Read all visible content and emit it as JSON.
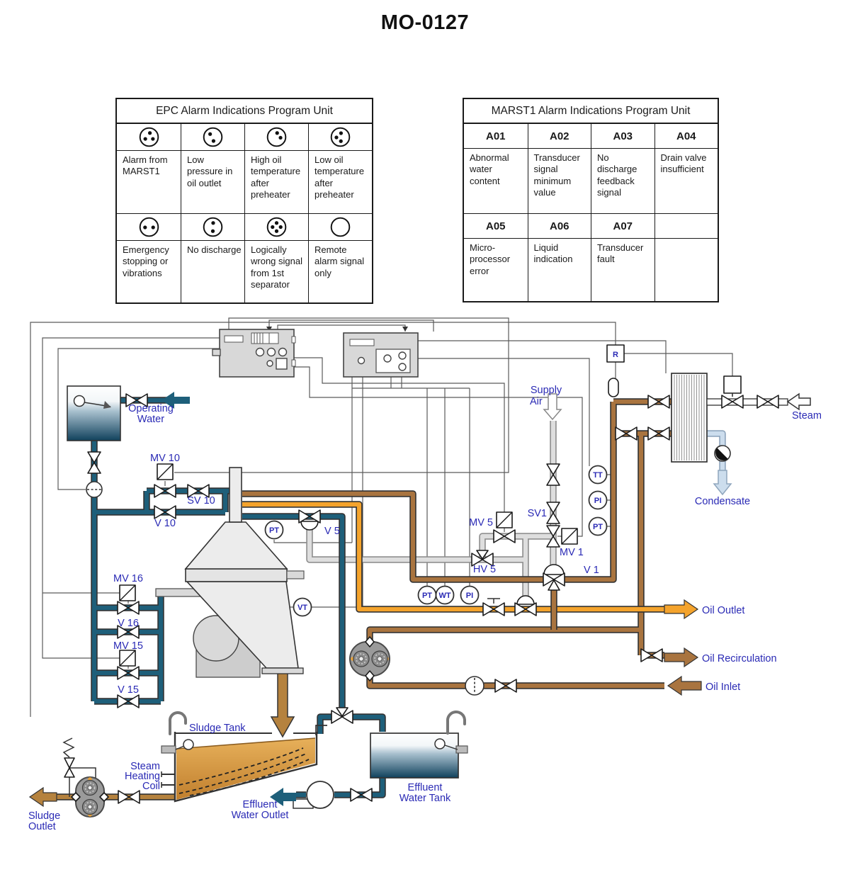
{
  "title": "MO-0127",
  "epc_table": {
    "title": "EPC Alarm Indications Program Unit",
    "row1": [
      {
        "dots": [
          [
            0.12,
            -0.62
          ],
          [
            -0.58,
            0.28
          ],
          [
            0.58,
            0.28
          ]
        ],
        "text": "Alarm from MARST1"
      },
      {
        "dots": [
          [
            -0.42,
            -0.46
          ],
          [
            0.1,
            0.6
          ]
        ],
        "text": "Low pressure in oil outlet"
      },
      {
        "dots": [
          [
            0.08,
            -0.62
          ],
          [
            0.6,
            0.1
          ]
        ],
        "text": "High oil temperature after preheater"
      },
      {
        "dots": [
          [
            0.1,
            -0.6
          ],
          [
            -0.6,
            0.05
          ],
          [
            0.08,
            0.62
          ]
        ],
        "text": "Low oil temperature after preheater"
      }
    ],
    "row2": [
      {
        "dots": [
          [
            -0.62,
            0.05
          ],
          [
            0.62,
            0.05
          ]
        ],
        "text": "Emergency stopping or vibrations"
      },
      {
        "dots": [
          [
            0.05,
            -0.62
          ],
          [
            0,
            0.62
          ]
        ],
        "text": "No discharge"
      },
      {
        "dots": [
          [
            0,
            -0.62
          ],
          [
            -0.62,
            0
          ],
          [
            0.62,
            0
          ],
          [
            0,
            0.62
          ]
        ],
        "text": "Logically wrong signal from 1st separator"
      },
      {
        "dots": [],
        "text": "Remote alarm signal only"
      }
    ]
  },
  "marst_table": {
    "title": "MARST1 Alarm Indications Program Unit",
    "row1": [
      {
        "code": "A01",
        "text": "Abnormal water content"
      },
      {
        "code": "A02",
        "text": "Transducer signal minimum value"
      },
      {
        "code": "A03",
        "text": "No discharge feedback signal"
      },
      {
        "code": "A04",
        "text": "Drain valve insufficient"
      }
    ],
    "row2": [
      {
        "code": "A05",
        "text": "Micro- processor error"
      },
      {
        "code": "A06",
        "text": "Liquid indication"
      },
      {
        "code": "A07",
        "text": "Transducer fault"
      },
      {
        "code": "",
        "text": ""
      }
    ]
  },
  "labels": {
    "operating_water": {
      "l1": "Operating",
      "l2": "Water"
    },
    "mv10": "MV 10",
    "sv10": "SV 10",
    "v10": "V 10",
    "mv16": "MV 16",
    "v16": "V 16",
    "mv15": "MV 15",
    "v15": "V 15",
    "v5": "V 5",
    "supply_air": {
      "l1": "Supply",
      "l2": "Air"
    },
    "sv1": "SV1",
    "mv5": "MV 5",
    "hv5": "HV 5",
    "mv1": "MV 1",
    "v1": "V 1",
    "steam": "Steam",
    "condensate": "Condensate",
    "oil_outlet": "Oil Outlet",
    "oil_recirculation": "Oil Recirculation",
    "oil_inlet": "Oil Inlet",
    "sludge_tank": "Sludge Tank",
    "steam_heating_coil": {
      "l1": "Steam",
      "l2": "Heating",
      "l3": "Coil"
    },
    "effluent_water_tank": {
      "l1": "Effluent",
      "l2": "Water Tank"
    },
    "effluent_water_outlet": {
      "l1": "Effluent",
      "l2": "Water Outlet"
    },
    "sludge_outlet": {
      "l1": "Sludge",
      "l2": "Outlet"
    }
  },
  "instruments": {
    "r": "R",
    "tt": "TT",
    "pi_heater": "PI",
    "pt_heater": "PT",
    "pt_separator": "PT",
    "vt": "VT",
    "pt_outlet": "PT",
    "wt_outlet": "WT",
    "pi_outlet": "PI"
  },
  "colors": {
    "water": "#1e5f7a",
    "oil_clean": "#f4a32c",
    "oil_dirty": "#a9743f",
    "sludge": "#b5823e",
    "air": "#dedede",
    "condensate": "#ccdded",
    "label": "#2a2ab5"
  }
}
